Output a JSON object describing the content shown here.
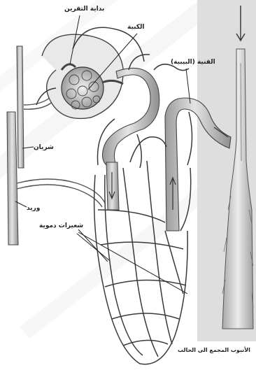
{
  "labels": {
    "capsule_start": "بداية التقرين",
    "glomerulus": "الكبية",
    "tubule": "القنية (البيبية)",
    "artery": "شريان",
    "vein": "وريد",
    "capillaries": "شعيرات دموية",
    "collecting_duct": "الأنبوب المجمع الى الحالب"
  },
  "colors": {
    "tube_fill": "#d6d6d6",
    "tube_dark": "#8a8a8a",
    "outline": "#3a3a3a",
    "watermark": "#f1f1f1",
    "label_text": "#222222"
  }
}
